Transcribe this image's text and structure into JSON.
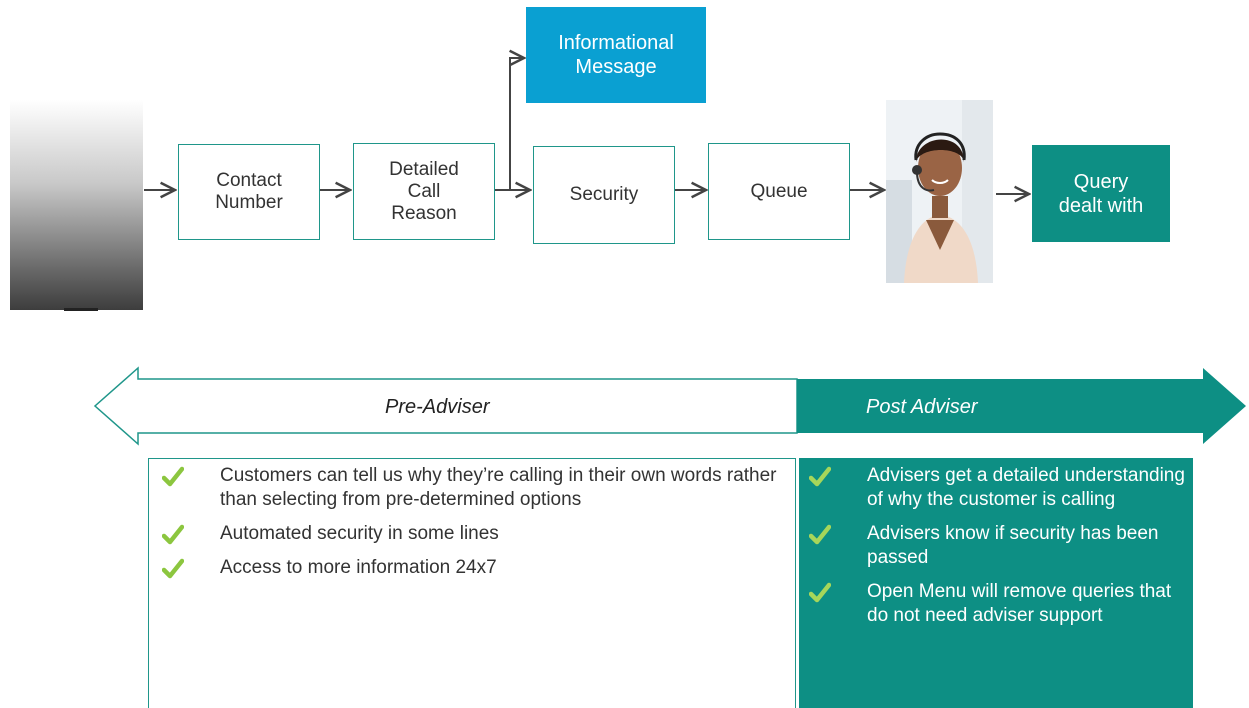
{
  "flow": {
    "contact": "Contact\nNumber",
    "detailed": "Detailed\nCall\nReason",
    "security": "Security",
    "queue": "Queue",
    "informational": "Informational\nMessage",
    "query": "Query\ndealt with"
  },
  "phases": {
    "pre": "Pre-Adviser",
    "post": "Post Adviser"
  },
  "pre_benefits": [
    "Customers can tell us why they’re calling in their own words rather than selecting from pre-determined options",
    "Automated security in some lines",
    "Access to more information 24x7"
  ],
  "post_benefits": [
    "Advisers get a detailed understanding of why the customer is calling",
    "Advisers know if security has been passed",
    "Open Menu will remove queries that do not need adviser support"
  ],
  "colors": {
    "teal": "#0d8f84",
    "teal_border": "#1f968a",
    "blue": "#0aa0d2",
    "check": "#8cc63f"
  }
}
